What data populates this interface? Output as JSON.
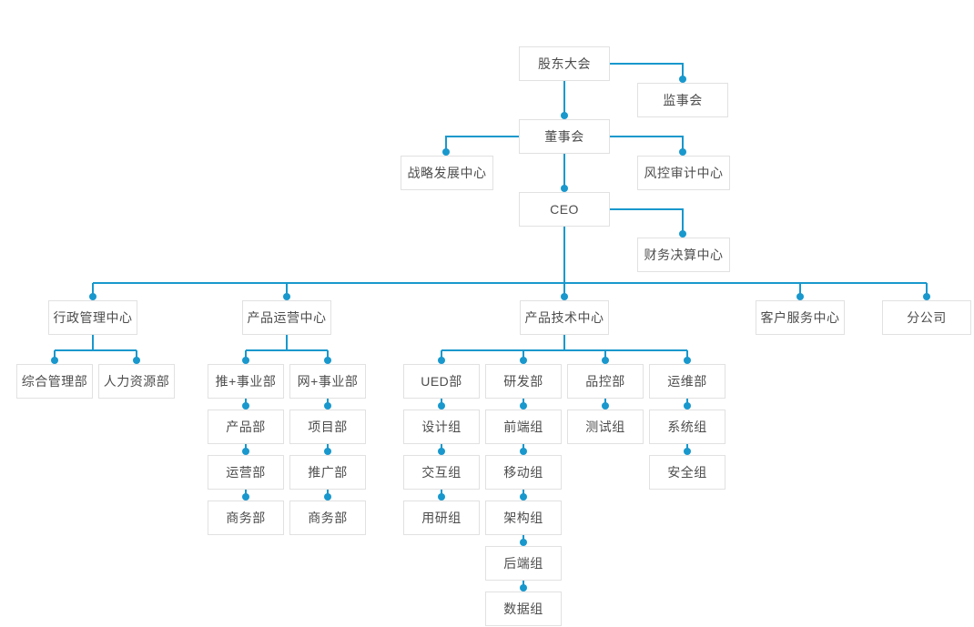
{
  "diagram": {
    "type": "org-chart",
    "nodes": {
      "shareholders_meeting": "股东大会",
      "supervisory_board": "监事会",
      "board_of_directors": "董事会",
      "strategy_development_center": "战略发展中心",
      "risk_audit_center": "风控审计中心",
      "ceo": "CEO",
      "financial_settlement_center": "财务决算中心",
      "admin_management_center": "行政管理中心",
      "product_operations_center": "产品运营中心",
      "product_technology_center": "产品技术中心",
      "customer_service_center": "客户服务中心",
      "branch_company": "分公司",
      "general_management_dept": "综合管理部",
      "human_resources_dept": "人力资源部",
      "tui_plus_division": "推+事业部",
      "wang_plus_division": "网+事业部",
      "product_dept": "产品部",
      "project_dept": "项目部",
      "operations_dept": "运营部",
      "promotion_dept": "推广部",
      "business_dept_left": "商务部",
      "business_dept_right": "商务部",
      "ued_dept": "UED部",
      "rd_dept": "研发部",
      "quality_control_dept": "品控部",
      "om_dept": "运维部",
      "design_group": "设计组",
      "interaction_group": "交互组",
      "user_research_group": "用研组",
      "frontend_group": "前端组",
      "mobile_group": "移动组",
      "architecture_group": "架构组",
      "backend_group": "后端组",
      "data_group": "数据组",
      "testing_group": "测试组",
      "system_group": "系统组",
      "security_group": "安全组"
    },
    "edges": [
      [
        "shareholders_meeting",
        "supervisory_board"
      ],
      [
        "shareholders_meeting",
        "board_of_directors"
      ],
      [
        "board_of_directors",
        "strategy_development_center"
      ],
      [
        "board_of_directors",
        "risk_audit_center"
      ],
      [
        "board_of_directors",
        "ceo"
      ],
      [
        "ceo",
        "financial_settlement_center"
      ],
      [
        "ceo",
        "admin_management_center"
      ],
      [
        "ceo",
        "product_operations_center"
      ],
      [
        "ceo",
        "product_technology_center"
      ],
      [
        "ceo",
        "customer_service_center"
      ],
      [
        "ceo",
        "branch_company"
      ],
      [
        "admin_management_center",
        "general_management_dept"
      ],
      [
        "admin_management_center",
        "human_resources_dept"
      ],
      [
        "product_operations_center",
        "tui_plus_division"
      ],
      [
        "product_operations_center",
        "wang_plus_division"
      ],
      [
        "tui_plus_division",
        "product_dept"
      ],
      [
        "product_dept",
        "operations_dept"
      ],
      [
        "operations_dept",
        "business_dept_left"
      ],
      [
        "wang_plus_division",
        "project_dept"
      ],
      [
        "project_dept",
        "promotion_dept"
      ],
      [
        "promotion_dept",
        "business_dept_right"
      ],
      [
        "product_technology_center",
        "ued_dept"
      ],
      [
        "product_technology_center",
        "rd_dept"
      ],
      [
        "product_technology_center",
        "quality_control_dept"
      ],
      [
        "product_technology_center",
        "om_dept"
      ],
      [
        "ued_dept",
        "design_group"
      ],
      [
        "design_group",
        "interaction_group"
      ],
      [
        "interaction_group",
        "user_research_group"
      ],
      [
        "rd_dept",
        "frontend_group"
      ],
      [
        "frontend_group",
        "mobile_group"
      ],
      [
        "mobile_group",
        "architecture_group"
      ],
      [
        "architecture_group",
        "backend_group"
      ],
      [
        "backend_group",
        "data_group"
      ],
      [
        "quality_control_dept",
        "testing_group"
      ],
      [
        "om_dept",
        "system_group"
      ],
      [
        "system_group",
        "security_group"
      ]
    ],
    "colors": {
      "connector": "#1898cd",
      "node_border": "#e1e1e1",
      "node_text": "#4d4d4d",
      "background": "#ffffff"
    }
  }
}
